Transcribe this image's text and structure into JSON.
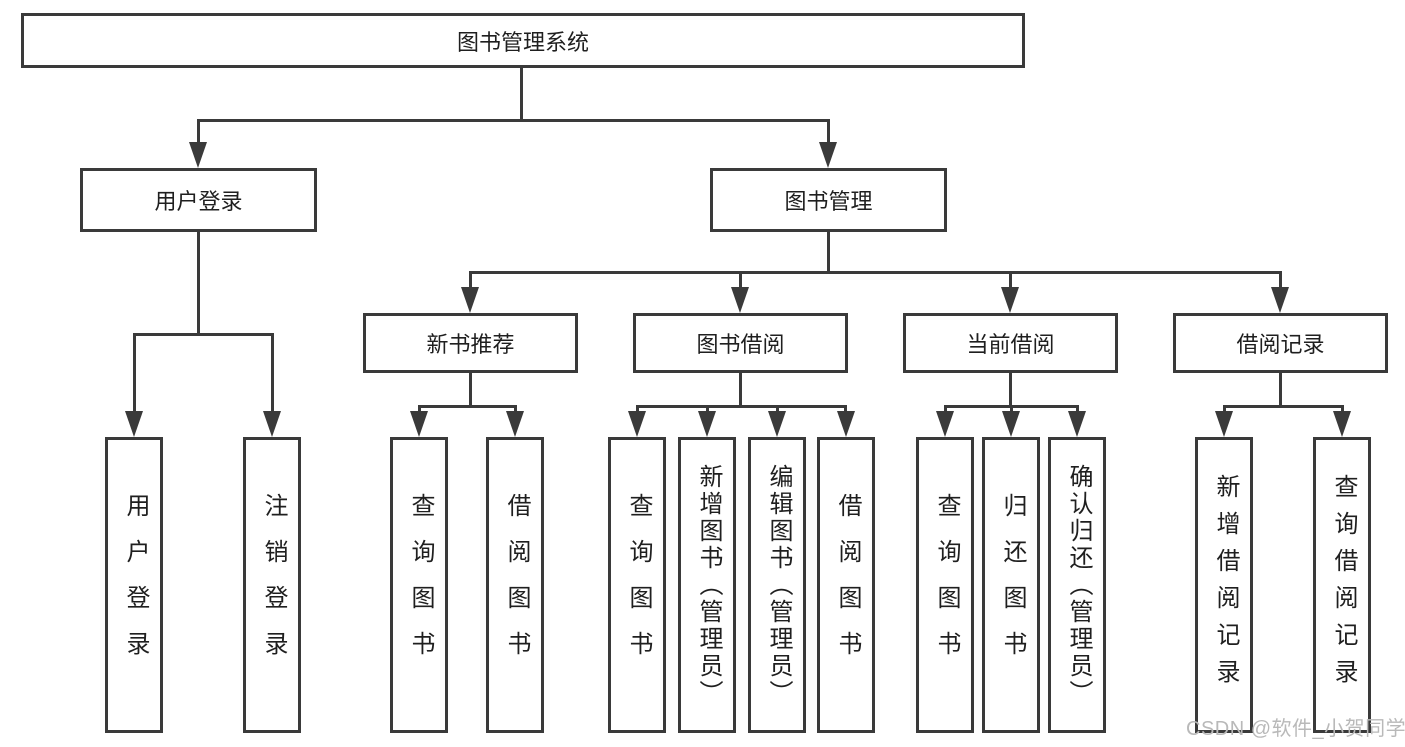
{
  "diagram": {
    "title_node": "图书管理系统",
    "level2": [
      {
        "label": "用户登录"
      },
      {
        "label": "图书管理"
      }
    ],
    "level3": [
      {
        "label": "新书推荐"
      },
      {
        "label": "图书借阅"
      },
      {
        "label": "当前借阅"
      },
      {
        "label": "借阅记录"
      }
    ],
    "leaves": {
      "user_login": [
        "用户登录",
        "注销登录"
      ],
      "new_books": [
        "查询图书",
        "借阅图书"
      ],
      "book_borrow": [
        "查询图书",
        "新增图书（管理员）",
        "编辑图书（管理员）",
        "借阅图书"
      ],
      "current_borrow": [
        "查询图书",
        "归还图书",
        "确认归还（管理员）"
      ],
      "borrow_records": [
        "新增借阅记录",
        "查询借阅记录"
      ]
    },
    "colors": {
      "line": "#3a3a3a",
      "text": "#1f1f1f",
      "watermark": "#b9b9b9",
      "background": "#ffffff"
    },
    "watermark": "CSDN @软件_小贺同学"
  }
}
